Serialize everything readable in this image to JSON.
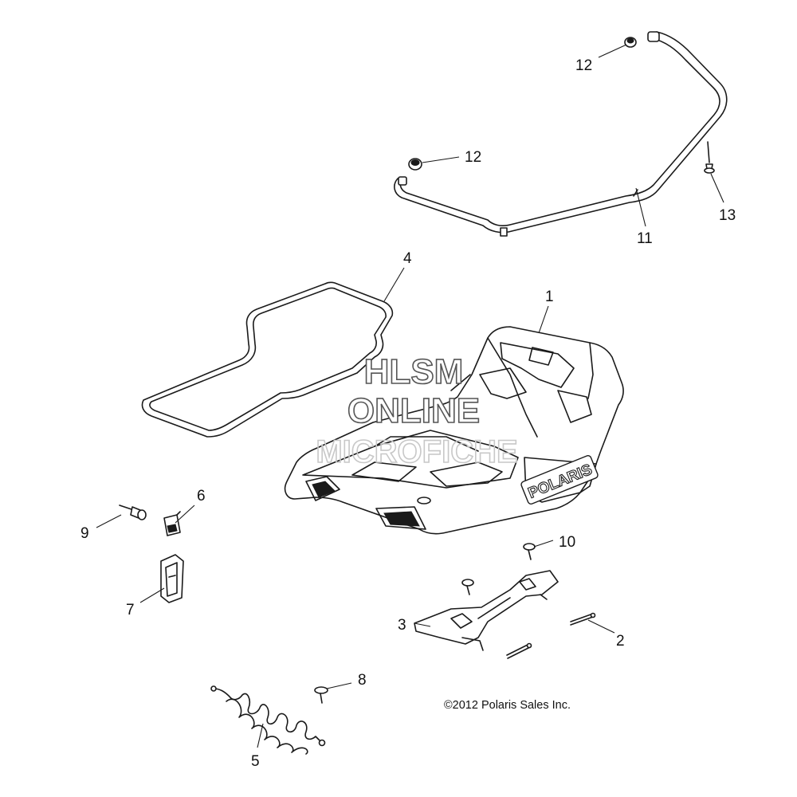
{
  "watermark": {
    "line1": "HLSM",
    "line2": "ONLINE",
    "line3": "MICROFICHE"
  },
  "copyright": "©2012  Polaris Sales Inc.",
  "callouts": [
    {
      "id": "c1",
      "label": "1"
    },
    {
      "id": "c2",
      "label": "2"
    },
    {
      "id": "c3",
      "label": "3"
    },
    {
      "id": "c4",
      "label": "4"
    },
    {
      "id": "c5",
      "label": "5"
    },
    {
      "id": "c6",
      "label": "6"
    },
    {
      "id": "c7",
      "label": "7"
    },
    {
      "id": "c8",
      "label": "8"
    },
    {
      "id": "c9",
      "label": "9"
    },
    {
      "id": "c10",
      "label": "10"
    },
    {
      "id": "c11",
      "label": "11"
    },
    {
      "id": "c12a",
      "label": "12"
    },
    {
      "id": "c12b",
      "label": "12"
    },
    {
      "id": "c13",
      "label": "13"
    }
  ],
  "brand_logo": "POLARIS",
  "colors": {
    "line": "#1a1a1a",
    "background": "#ffffff",
    "watermark_outline": "#555555"
  }
}
